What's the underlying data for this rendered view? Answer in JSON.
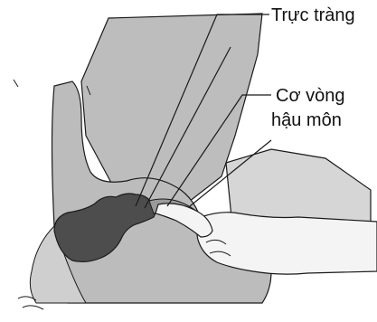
{
  "labels": {
    "rectum": "Trực tràng",
    "anal_sphincter_line1": "Cơ vòng",
    "anal_sphincter_line2": "hậu môn"
  },
  "colors": {
    "skin": "#b9b9b9",
    "skin_light": "#cfcfcf",
    "rectum_dark": "#4a4a4a",
    "outline": "#1a1a1a",
    "glove": "#f2f2f2"
  }
}
